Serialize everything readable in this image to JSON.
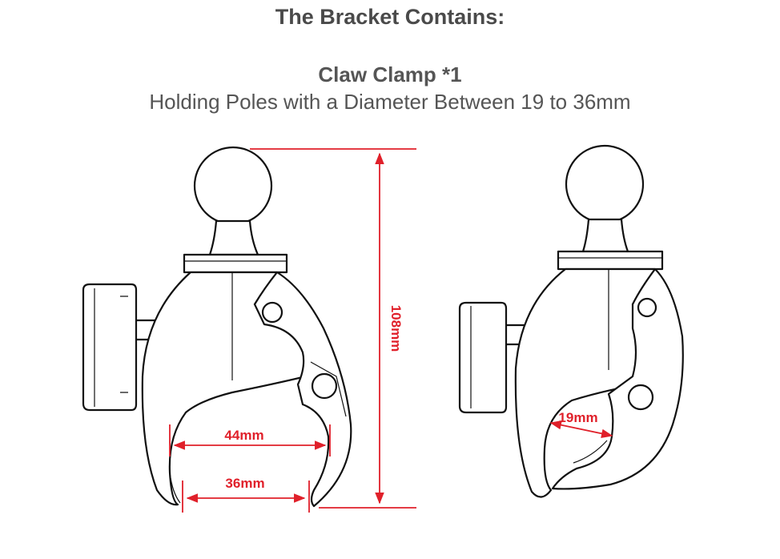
{
  "heading": "The Bracket Contains:",
  "item": {
    "name": "Claw Clamp *1",
    "description": "Holding Poles with a Diameter Between 19 to 36mm"
  },
  "dimensions": {
    "height": "108mm",
    "max_opening": "44mm",
    "opening": "36mm",
    "min_opening": "19mm"
  },
  "colors": {
    "dimension_lines": "#e0202a",
    "outline": "#111111",
    "text": "#4a4a4a"
  }
}
